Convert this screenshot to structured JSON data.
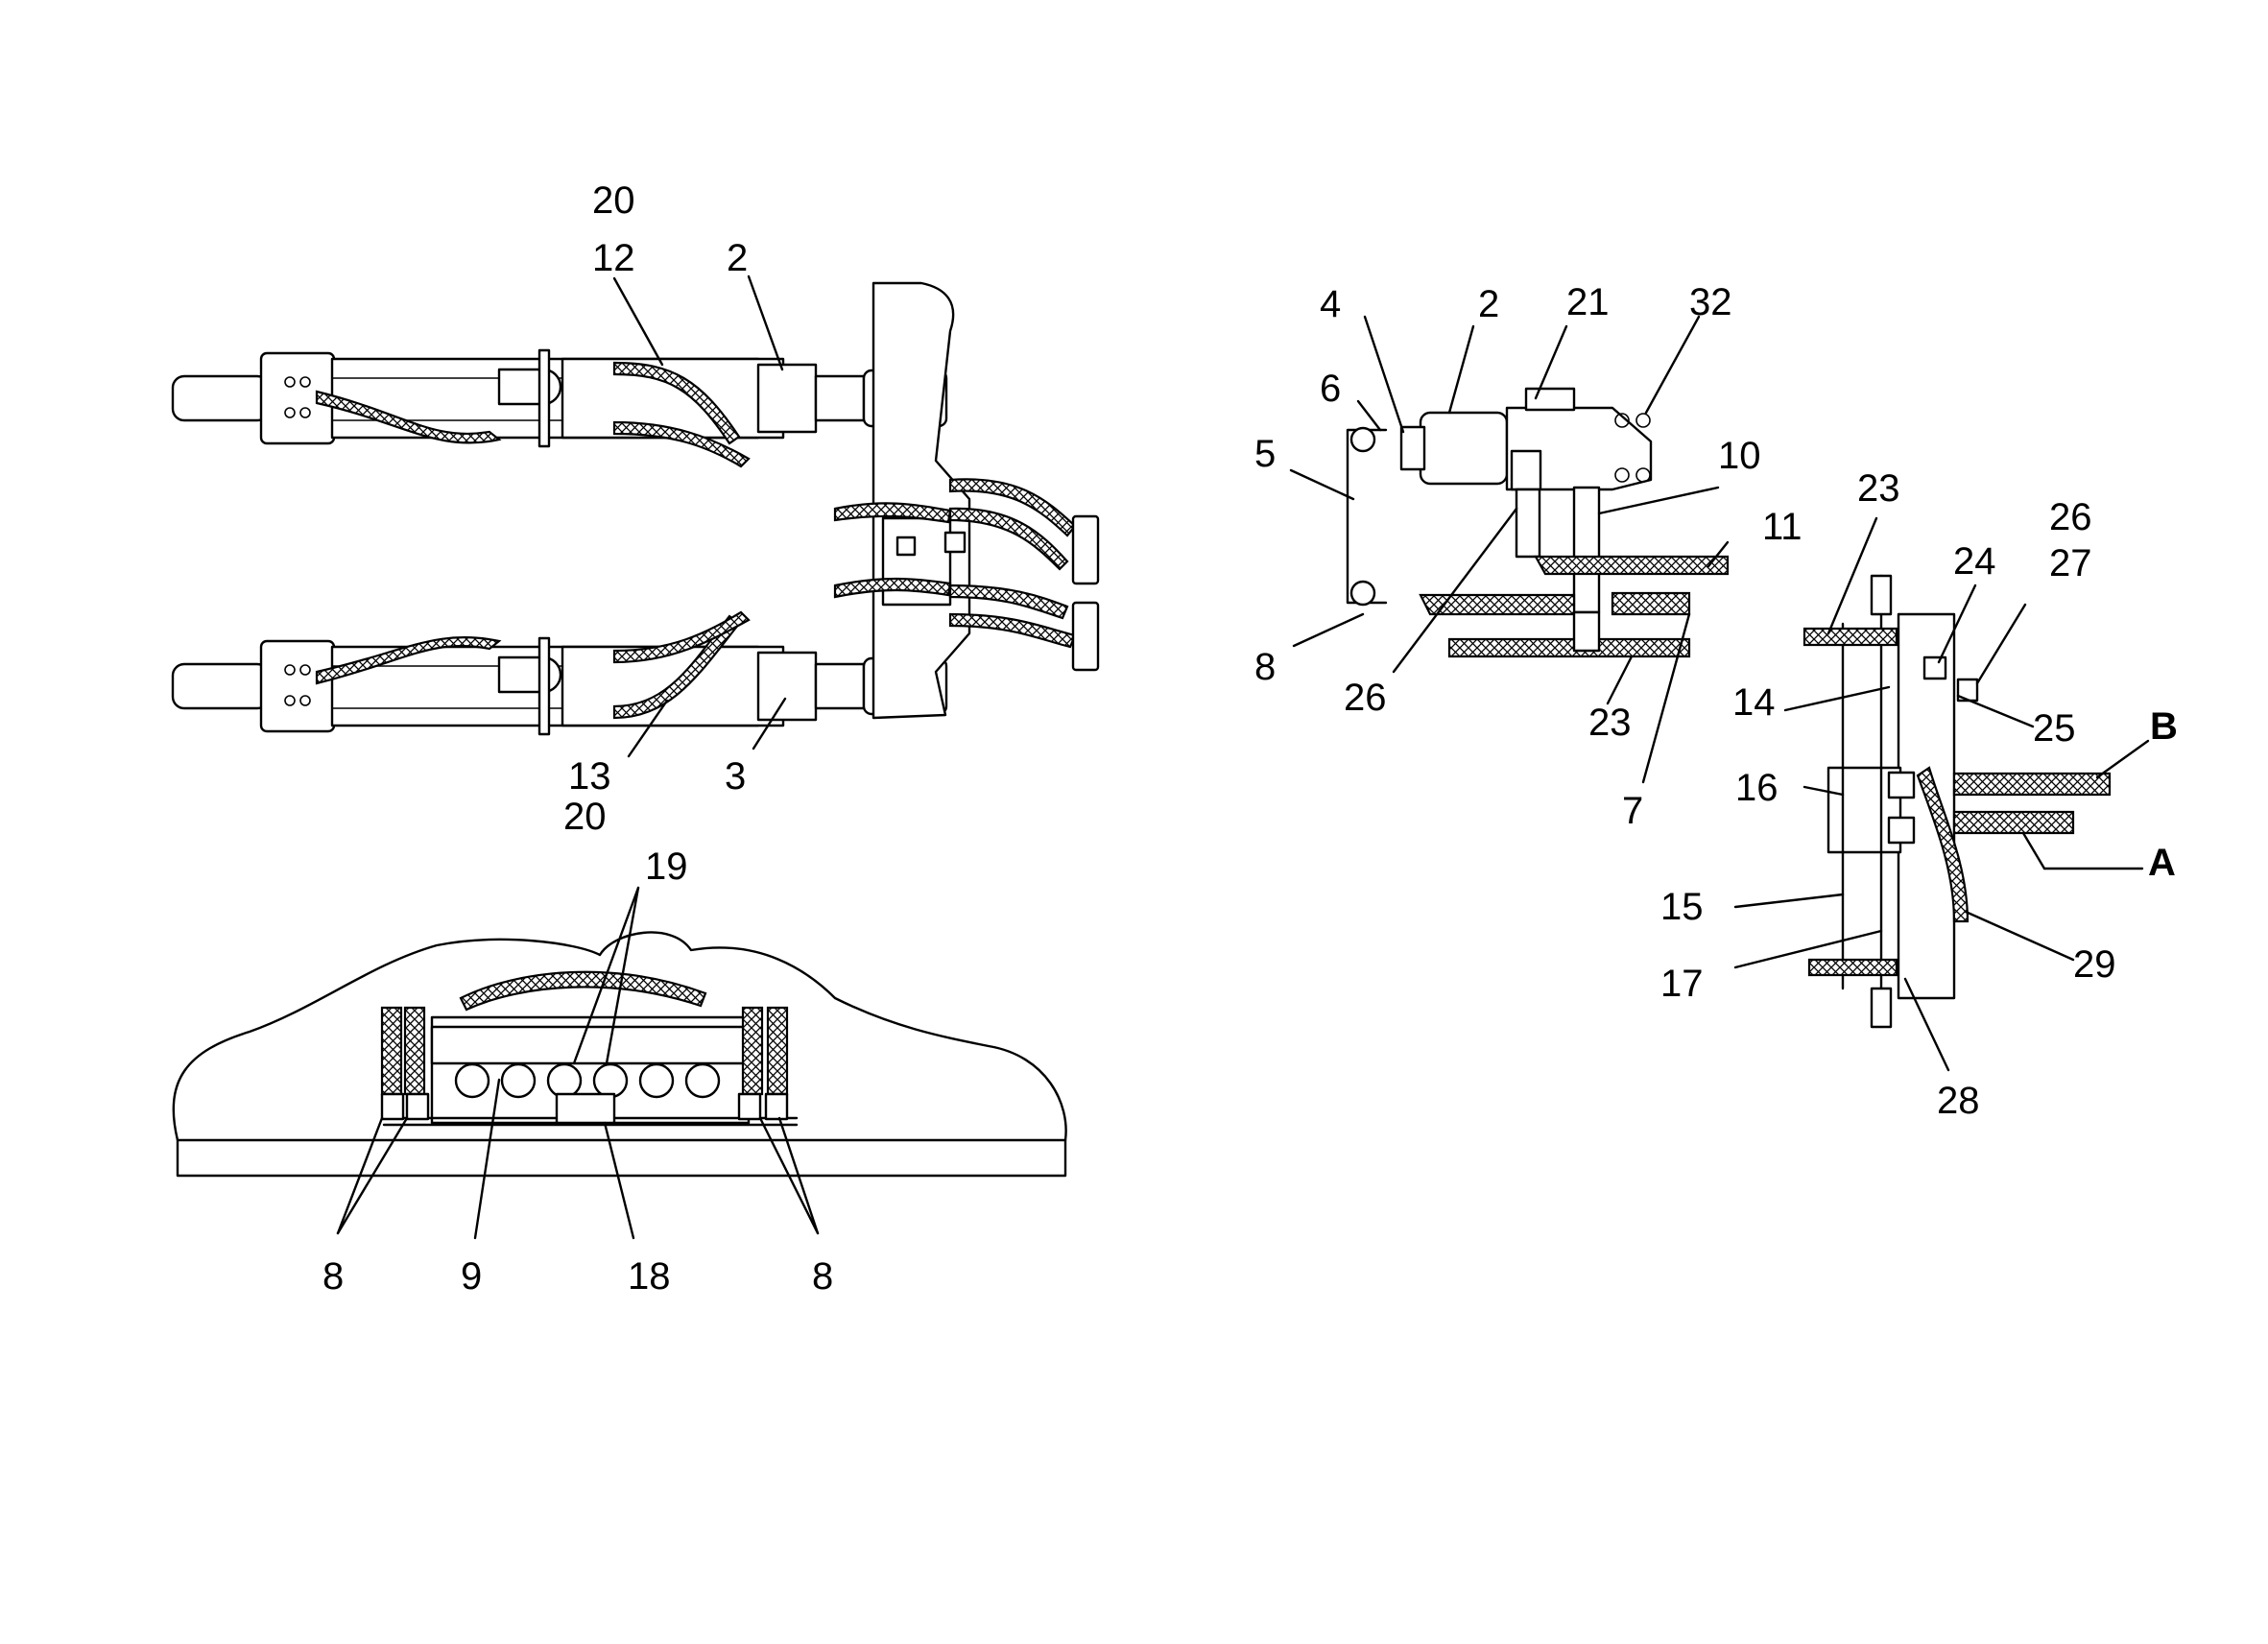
{
  "labels": {
    "tl_20_top": "20",
    "tl_12": "12",
    "tl_2": "2",
    "tl_13": "13",
    "tl_20_bot": "20",
    "tl_3": "3",
    "tr_4": "4",
    "tr_2": "2",
    "tr_21": "21",
    "tr_32": "32",
    "tr_6": "6",
    "tr_5": "5",
    "tr_10": "10",
    "tr_11": "11",
    "tr_8": "8",
    "tr_26": "26",
    "tr_23": "23",
    "tr_7": "7",
    "r_23": "23",
    "r_26": "26",
    "r_24": "24",
    "r_27": "27",
    "r_14": "14",
    "r_25": "25",
    "r_B": "B",
    "r_16": "16",
    "r_A": "A",
    "r_15": "15",
    "r_29": "29",
    "r_17": "17",
    "r_28": "28",
    "b_19": "19",
    "b_8_left": "8",
    "b_9": "9",
    "b_18": "18",
    "b_8_right": "8"
  }
}
